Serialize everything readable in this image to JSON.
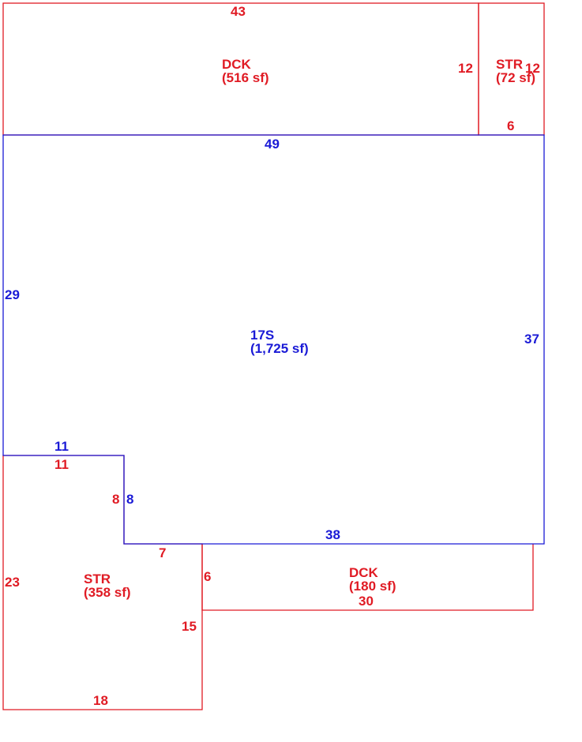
{
  "colors": {
    "deck_store": "#e01b24",
    "living": "#1a1ad6",
    "background": "#ffffff"
  },
  "areas": {
    "deck_top": {
      "code": "DCK",
      "area": "(516 sf)"
    },
    "store_top": {
      "code": "STR",
      "area": "(72 sf)"
    },
    "main": {
      "code": "17S",
      "area": "(1,725 sf)"
    },
    "store_bottom": {
      "code": "STR",
      "area": "(358 sf)"
    },
    "deck_bottom": {
      "code": "DCK",
      "area": "(180 sf)"
    }
  },
  "dims": {
    "deck_top_width": "43",
    "deck_top_height": "12",
    "store_top_height": "12",
    "store_top_width": "6",
    "main_top": "49",
    "main_left": "29",
    "main_right": "37",
    "main_notch_top": "11",
    "main_notch_side": "8",
    "main_bottom": "38",
    "store_bottom_top": "11",
    "store_bottom_notch": "8",
    "store_bottom_step": "7",
    "store_bottom_left": "23",
    "store_bottom_right": "15",
    "store_bottom_base": "18",
    "deck_bottom_left": "6",
    "deck_bottom_base": "30"
  }
}
